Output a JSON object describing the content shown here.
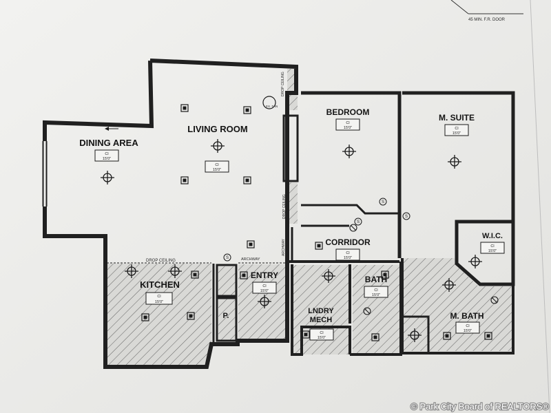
{
  "header": {
    "door_note": "45 MIN. F.R. DOOR"
  },
  "rooms": {
    "dining": {
      "name": "DINING AREA",
      "tag": "Cl",
      "height": "15'0\""
    },
    "living": {
      "name": "LIVING ROOM",
      "tag": "Cl",
      "height": "15'0\""
    },
    "bedroom": {
      "name": "BEDROOM",
      "tag": "Cl",
      "height": "15'0\""
    },
    "msuite": {
      "name": "M. SUITE",
      "tag": "Cl",
      "height": "15'0\""
    },
    "corridor": {
      "name": "CORRIDOR",
      "tag": "Cl",
      "height": "15'0\""
    },
    "wic": {
      "name": "W.I.C.",
      "tag": "Cl",
      "height": "15'0\""
    },
    "kitchen": {
      "name": "KITCHEN",
      "tag": "Cl",
      "height": "15'0\""
    },
    "entry": {
      "name": "ENTRY",
      "tag": "Cl",
      "height": "15'0\""
    },
    "pantry": {
      "name": "P."
    },
    "laundry": {
      "name_line1": "LNDRY",
      "name_line2": "MECH",
      "tag": "Cl",
      "height": "15'0\""
    },
    "bath": {
      "name": "BATH",
      "tag": "Cl",
      "height": "15'0\""
    },
    "mbath": {
      "name": "M. BATH",
      "tag": "Cl",
      "height": "15'0\""
    }
  },
  "notes": {
    "drop_ceiling": "DROP CEILING",
    "archway": "ARCHWAY",
    "vertical_drop_ceiling": "DROP CEILING",
    "vertical_archway": "ARCHWAY",
    "exhaust_fan": "EX. FAN"
  },
  "markers": {
    "smoke_detector": "S"
  },
  "watermark": {
    "text": "© Park City Board of REALTORS®"
  }
}
